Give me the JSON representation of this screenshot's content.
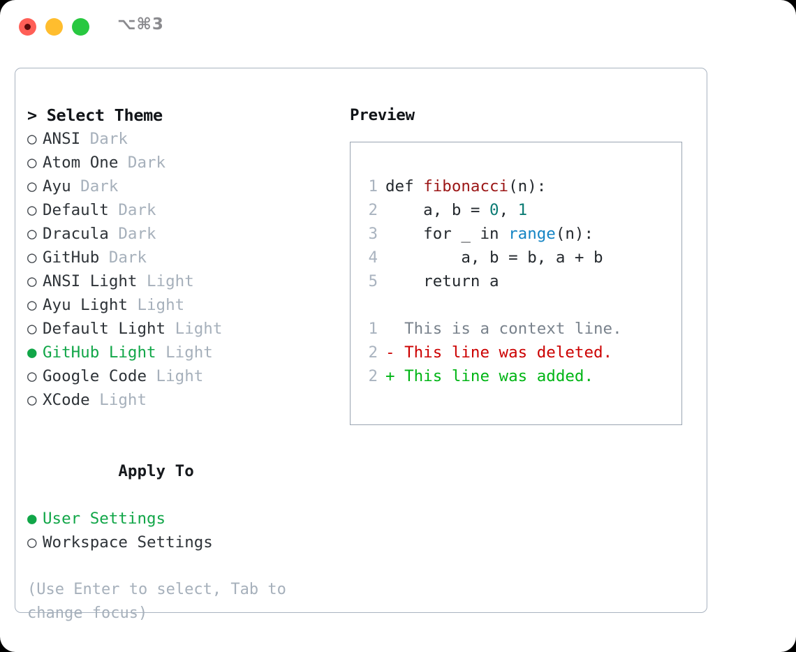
{
  "window": {
    "shortcut_label": "⌥⌘3",
    "traffic_lights": [
      {
        "name": "close",
        "color": "#ff5f57"
      },
      {
        "name": "minimize",
        "color": "#ffbd2e"
      },
      {
        "name": "zoom",
        "color": "#28c840"
      }
    ]
  },
  "theme_picker": {
    "header": "> Select Theme",
    "selected_marker": "●",
    "unselected_marker": "○",
    "accent_color": "#11a648",
    "muted_color": "#a6b0bb",
    "items": [
      {
        "label": "ANSI",
        "suffix": "Dark",
        "selected": false
      },
      {
        "label": "Atom One",
        "suffix": "Dark",
        "selected": false
      },
      {
        "label": "Ayu",
        "suffix": "Dark",
        "selected": false
      },
      {
        "label": "Default",
        "suffix": "Dark",
        "selected": false
      },
      {
        "label": "Dracula",
        "suffix": "Dark",
        "selected": false
      },
      {
        "label": "GitHub",
        "suffix": "Dark",
        "selected": false
      },
      {
        "label": "ANSI Light",
        "suffix": "Light",
        "selected": false
      },
      {
        "label": "Ayu Light",
        "suffix": "Light",
        "selected": false
      },
      {
        "label": "Default Light",
        "suffix": "Light",
        "selected": false
      },
      {
        "label": "GitHub Light",
        "suffix": "Light",
        "selected": true
      },
      {
        "label": "Google Code",
        "suffix": "Light",
        "selected": false
      },
      {
        "label": "XCode",
        "suffix": "Light",
        "selected": false
      }
    ]
  },
  "apply_to": {
    "title": "Apply To",
    "items": [
      {
        "label": "User Settings",
        "selected": true
      },
      {
        "label": "Workspace Settings",
        "selected": false
      }
    ]
  },
  "hint": "(Use Enter to select, Tab to change focus)",
  "preview": {
    "title": "Preview",
    "code_lines": [
      {
        "num": "1",
        "tokens": [
          {
            "t": "def ",
            "c": "plain"
          },
          {
            "t": "fibonacci",
            "c": "fn"
          },
          {
            "t": "(n):",
            "c": "plain"
          }
        ]
      },
      {
        "num": "2",
        "tokens": [
          {
            "t": "    a, b = ",
            "c": "plain"
          },
          {
            "t": "0",
            "c": "num"
          },
          {
            "t": ", ",
            "c": "plain"
          },
          {
            "t": "1",
            "c": "num"
          }
        ]
      },
      {
        "num": "3",
        "tokens": [
          {
            "t": "    for _ in ",
            "c": "plain"
          },
          {
            "t": "range",
            "c": "blue"
          },
          {
            "t": "(n):",
            "c": "plain"
          }
        ]
      },
      {
        "num": "4",
        "tokens": [
          {
            "t": "        a, b = b, a + b",
            "c": "plain"
          }
        ]
      },
      {
        "num": "5",
        "tokens": [
          {
            "t": "    return a",
            "c": "plain"
          }
        ]
      }
    ],
    "diff_lines": [
      {
        "num": "1",
        "sign": " ",
        "text": " This is a context line.",
        "kind": "ctx"
      },
      {
        "num": "2",
        "sign": "-",
        "text": " This line was deleted.",
        "kind": "del"
      },
      {
        "num": "2",
        "sign": "+",
        "text": " This line was added.",
        "kind": "add"
      }
    ]
  }
}
